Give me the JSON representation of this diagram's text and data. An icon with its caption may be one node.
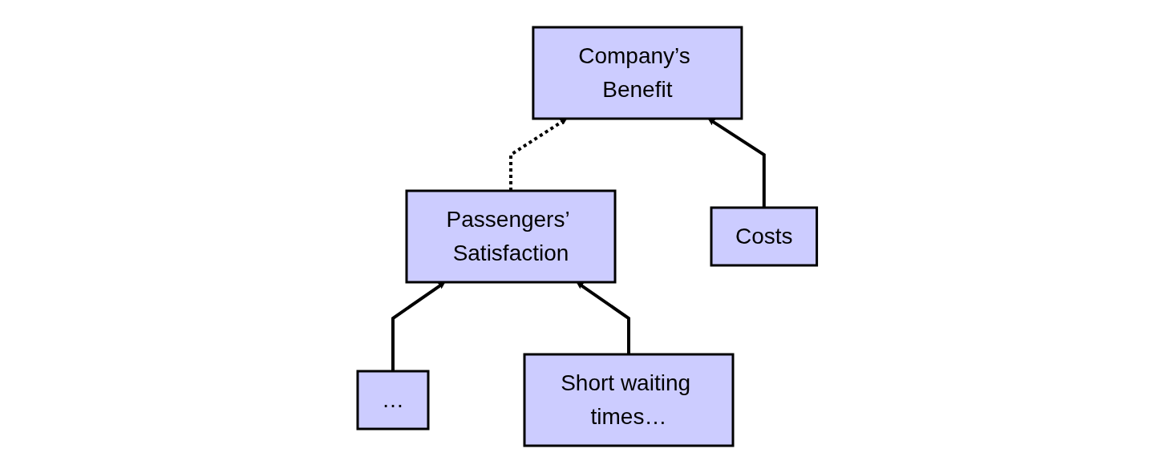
{
  "diagram": {
    "nodes": [
      {
        "text": [
          "Company’s Benefit"
        ]
      },
      {
        "text": [
          "Passengers’ Satisfaction"
        ]
      },
      {
        "text": [
          "Costs"
        ]
      },
      {
        "text": [
          "…"
        ]
      },
      {
        "text": [
          "Short waiting times…"
        ]
      }
    ],
    "edges": [
      {
        "from": 1,
        "to": 0,
        "arrow": "to",
        "style": "dashed"
      },
      {
        "from": 2,
        "to": 0,
        "arrow": "to"
      },
      {
        "from": 3,
        "to": 1,
        "arrow": "to"
      },
      {
        "from": 4,
        "to": 1,
        "arrow": "to"
      }
    ]
  }
}
